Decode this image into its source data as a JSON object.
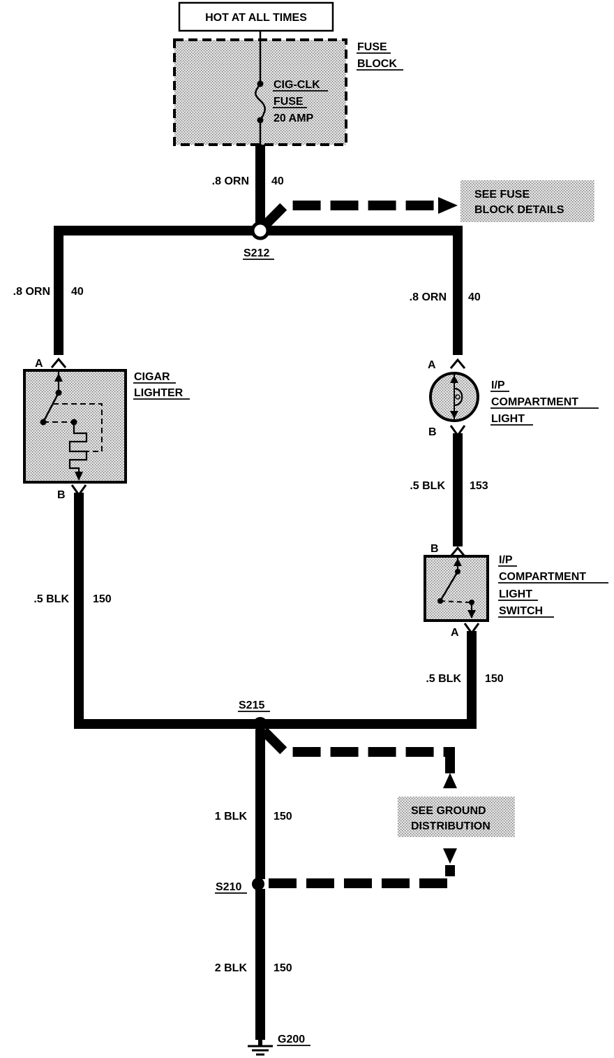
{
  "header": {
    "power_label": "HOT AT ALL TIMES"
  },
  "fuse_block": {
    "title_line1": "FUSE",
    "title_line2": "BLOCK",
    "fuse_line1": "CIG-CLK",
    "fuse_line2": "FUSE",
    "fuse_line3": "20 AMP"
  },
  "wires": {
    "feed": {
      "gauge_color": ".8 ORN",
      "circuit": "40"
    },
    "left_feed": {
      "gauge_color": ".8 ORN",
      "circuit": "40"
    },
    "right_feed": {
      "gauge_color": ".8 ORN",
      "circuit": "40"
    },
    "light_to_switch": {
      "gauge_color": ".5 BLK",
      "circuit": "153"
    },
    "lighter_ground": {
      "gauge_color": ".5 BLK",
      "circuit": "150"
    },
    "switch_ground": {
      "gauge_color": ".5 BLK",
      "circuit": "150"
    },
    "s215_to_s210": {
      "gauge_color": "1 BLK",
      "circuit": "150"
    },
    "s210_to_g200": {
      "gauge_color": "2 BLK",
      "circuit": "150"
    }
  },
  "splices": {
    "s212": "S212",
    "s215": "S215",
    "s210": "S210"
  },
  "ground": {
    "g200": "G200"
  },
  "references": {
    "fuse_details_line1": "SEE FUSE",
    "fuse_details_line2": "BLOCK DETAILS",
    "ground_dist_line1": "SEE GROUND",
    "ground_dist_line2": "DISTRIBUTION"
  },
  "components": {
    "cigar_lighter": {
      "line1": "CIGAR",
      "line2": "LIGHTER",
      "pin_a": "A",
      "pin_b": "B"
    },
    "compartment_light": {
      "line1": "I/P",
      "line2": "COMPARTMENT",
      "line3": "LIGHT",
      "pin_a": "A",
      "pin_b": "B"
    },
    "compartment_switch": {
      "line1": "I/P",
      "line2": "COMPARTMENT",
      "line3": "LIGHT",
      "line4": "SWITCH",
      "pin_a": "A",
      "pin_b": "B"
    }
  },
  "colors": {
    "ink": "#000000",
    "shade": "#d0d0d0",
    "background": "#ffffff"
  }
}
